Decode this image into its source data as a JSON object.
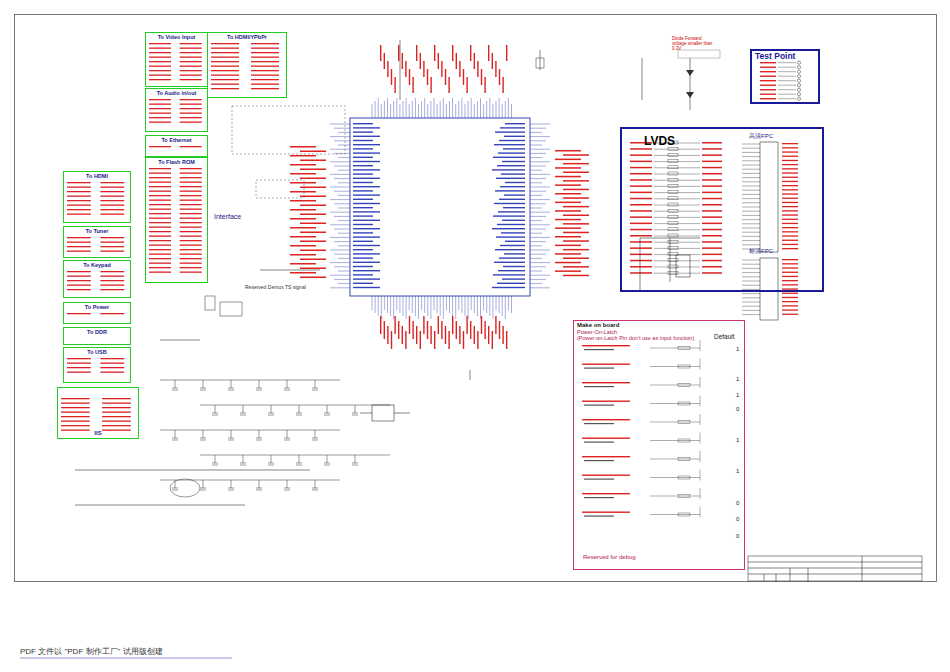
{
  "diagram": {
    "nodes": [
      {
        "text": [
          "To Video Input"
        ]
      },
      {
        "text": [
          "To HDMI/YPbPr"
        ]
      },
      {
        "text": [
          "To Audio in/out"
        ]
      },
      {
        "text": [
          "To Ethernet"
        ]
      },
      {
        "text": [
          "To Flash ROM"
        ]
      },
      {
        "text": [
          "To HDMI"
        ]
      },
      {
        "text": [
          "To Tuner"
        ]
      },
      {
        "text": [
          "To Keypad"
        ]
      },
      {
        "text": [
          "To Power"
        ]
      },
      {
        "text": [
          "To DDR"
        ]
      },
      {
        "text": [
          "To USB"
        ]
      },
      {
        "text": [
          "IIS"
        ]
      },
      {
        "text": [
          "Test Point"
        ]
      },
      {
        "text": [
          "LVDS"
        ]
      },
      {
        "text": [
          "高清FPC"
        ],
        "in": 13
      },
      {
        "text": [
          "标清FPC"
        ],
        "in": 13
      },
      {
        "text": [
          "Make on board",
          "Power-On-Latch",
          "(Power-on-Latch Pin don't use as input function)"
        ]
      }
    ],
    "labels": [
      "Interface",
      "Reserved Demux TS signal",
      "Diode Forward voltage smaller than 0.3V",
      "Default",
      "1",
      "1",
      "1",
      "0",
      "1",
      "1",
      "0",
      "0",
      "0",
      "Reserved for debug",
      "PDF 文件以 \"PDF 制作工厂\" 试用版创建"
    ]
  }
}
